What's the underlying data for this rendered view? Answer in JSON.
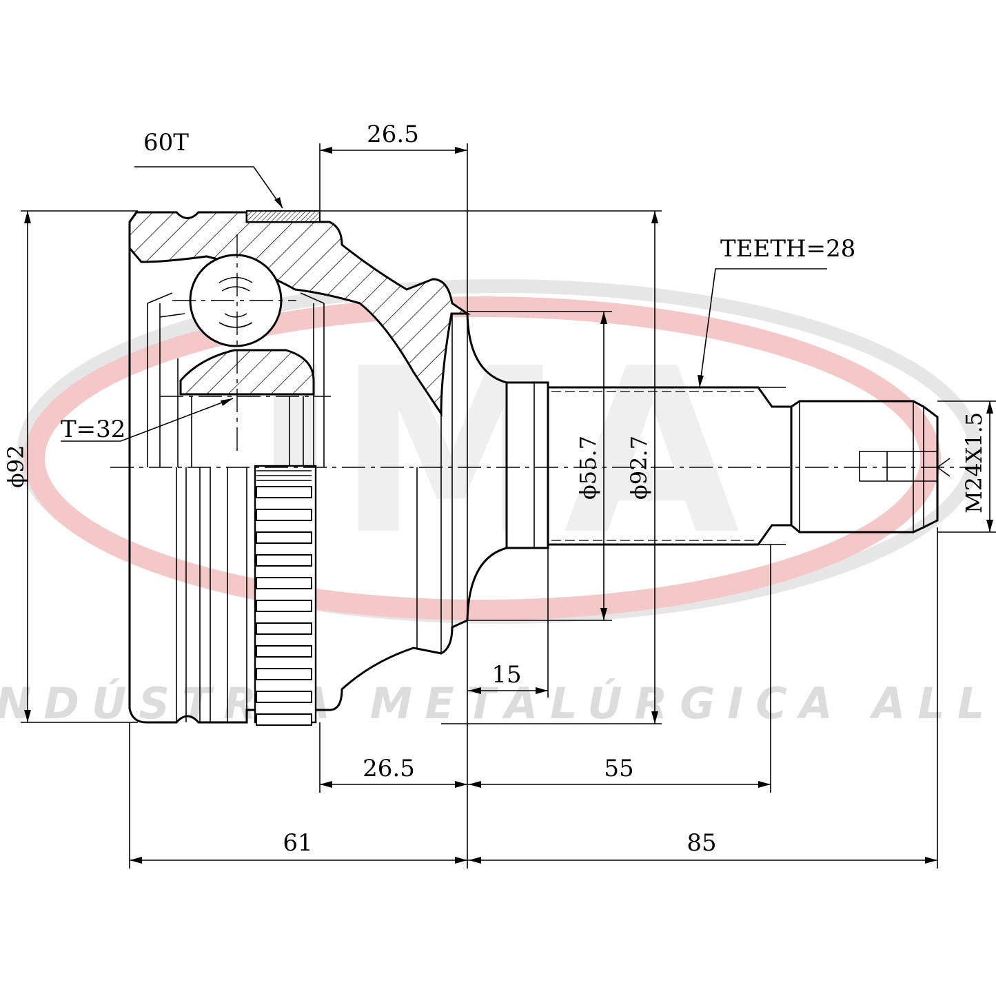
{
  "watermark": {
    "logo_text": "IMA",
    "company_text": "INDÚSTRIA METALÚRGICA ALLI",
    "ring_color": "#f4c8c8",
    "ring_shadow_color": "#e6e6e6",
    "logo_color": "#efefef"
  },
  "labels": {
    "outer_teeth": "60T",
    "inner_teeth": "T=32",
    "spline_teeth": "TEETH=28",
    "thread": "M24X1.5"
  },
  "dimensions": {
    "top_width": "26.5",
    "bottom_width": "26.5",
    "housing_diameter": "ϕ92",
    "shaft_diameter": "ϕ55.7",
    "flange_diameter": "ϕ92.7",
    "shoulder_length": "15",
    "spline_length": "55",
    "body_length": "61",
    "shaft_length": "85"
  },
  "colors": {
    "line": "#000000",
    "background": "#ffffff"
  }
}
